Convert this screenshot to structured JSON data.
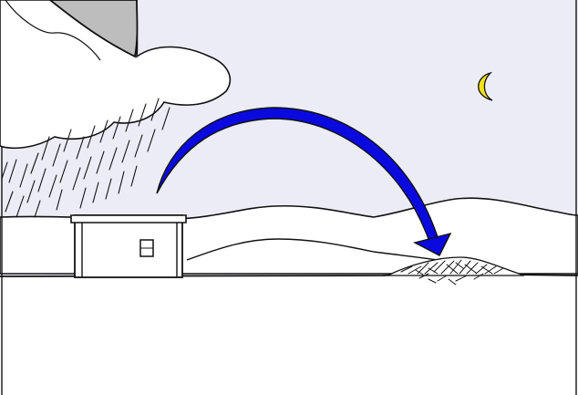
{
  "scene": {
    "elements": [
      "rain-cloud",
      "rain",
      "house",
      "arrow",
      "crescent-moon",
      "dune",
      "mound"
    ],
    "colors": {
      "sky": "#ececf6",
      "ground": "#ffffff",
      "ink": "#111111",
      "arrow": "#0a0adf",
      "moon": "#f2e21a",
      "cloud_shadow": "#bdbdbd"
    }
  }
}
